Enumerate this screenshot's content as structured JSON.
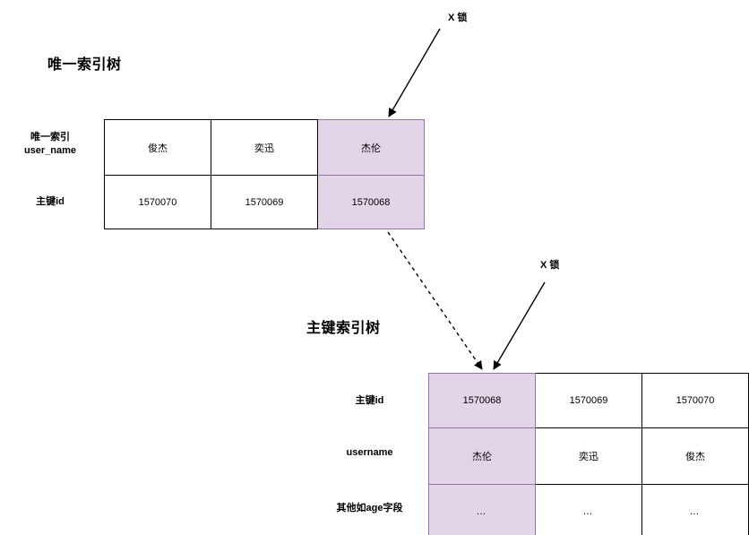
{
  "diagram": {
    "title_unique_index_tree": "唯一索引树",
    "title_primary_index_tree": "主键索引树",
    "highlight_color": "#e1d5e7",
    "highlight_border_color": "#9673a6",
    "line_color": "#000000"
  },
  "annotations": [
    {
      "id": "lock-top",
      "label": "X 锁"
    },
    {
      "id": "lock-bottom",
      "label": "X 锁"
    }
  ],
  "unique_index_tree": {
    "row_labels": [
      "唯一索引\nuser_name",
      "主键id"
    ],
    "row_label_line1": [
      "唯一索引",
      "主键id"
    ],
    "row_label_line2": [
      "user_name",
      ""
    ],
    "rows": [
      {
        "label": "唯一索引 user_name",
        "cells": [
          "俊杰",
          "奕迅",
          "杰伦"
        ],
        "highlight": [
          false,
          false,
          true
        ]
      },
      {
        "label": "主键id",
        "cells": [
          "1570070",
          "1570069",
          "1570068"
        ],
        "highlight": [
          false,
          false,
          true
        ]
      }
    ]
  },
  "primary_index_tree": {
    "rows": [
      {
        "label": "主键id",
        "cells": [
          "1570068",
          "1570069",
          "1570070"
        ],
        "highlight": [
          true,
          false,
          false
        ]
      },
      {
        "label": "username",
        "cells": [
          "杰伦",
          "奕迅",
          "俊杰"
        ],
        "highlight": [
          true,
          false,
          false
        ]
      },
      {
        "label": "其他如age字段",
        "cells": [
          "…",
          "…",
          "…"
        ],
        "highlight": [
          true,
          false,
          false
        ]
      }
    ]
  }
}
